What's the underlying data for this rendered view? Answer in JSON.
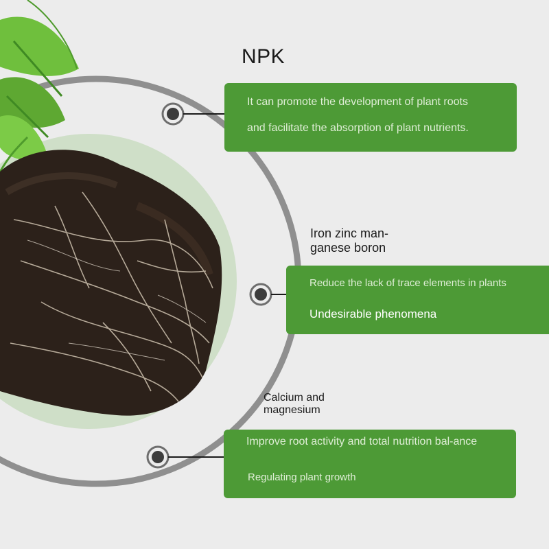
{
  "headings": {
    "npk": "NPK",
    "trace": "Iron zinc man-ganese boron",
    "calcium": "Calcium and magnesium"
  },
  "cards": [
    {
      "line1": "It can promote the development of plant roots",
      "line2": "and facilitate the absorption of plant nutrients."
    },
    {
      "line1": "Reduce the lack of trace elements in plants",
      "line2": "Undesirable phenomena"
    },
    {
      "line1": "Improve root activity and total nutrition bal-ance",
      "line2": "Regulating plant growth"
    }
  ],
  "colors": {
    "background": "#ececec",
    "card_green": "#4d9a36",
    "ring_gray": "#8f8f8f",
    "accent_circle": "#cfdfc8",
    "soil": "#2c211a"
  }
}
